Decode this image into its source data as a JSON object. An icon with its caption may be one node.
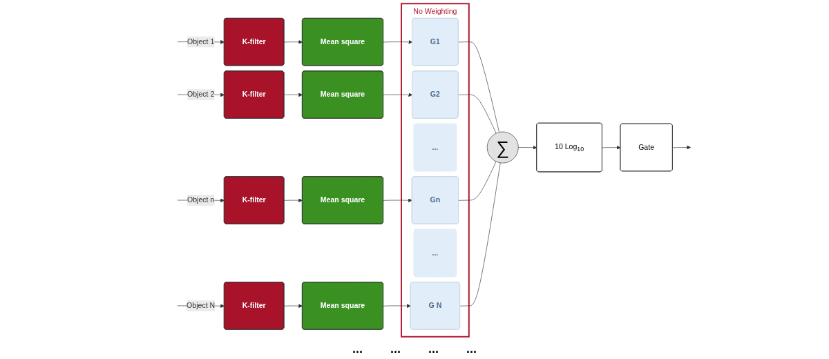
{
  "diagram": {
    "nodes": [
      {
        "text": [
          "K-filter"
        ]
      },
      {
        "text": [
          "Mean square"
        ]
      },
      {
        "text": [
          "K-filter"
        ]
      },
      {
        "text": [
          "Mean square"
        ]
      },
      {
        "text": [
          "K-filter"
        ]
      },
      {
        "text": [
          "Mean square"
        ]
      },
      {
        "text": [
          "K-filter"
        ]
      },
      {
        "text": [
          "Mean square"
        ]
      },
      {
        "text": [
          "No Weighting"
        ]
      },
      {
        "text": [
          "G1"
        ],
        "in": 8
      },
      {
        "text": [
          "G2"
        ],
        "in": 8
      },
      {
        "text": [
          "..."
        ],
        "in": 8
      },
      {
        "text": [
          "Gn"
        ],
        "in": 8
      },
      {
        "text": [
          "..."
        ],
        "in": 8
      },
      {
        "text": [
          "G N"
        ],
        "in": 8
      },
      {
        "text": [
          "∑"
        ]
      },
      {
        "text": [
          "10 Log$_{10}$"
        ]
      },
      {
        "text": [
          "Gate"
        ]
      }
    ],
    "edges": [
      {
        "from": null,
        "to": 0,
        "arrow": "to",
        "label": "Object 1"
      },
      {
        "from": null,
        "to": 2,
        "arrow": "to",
        "label": "Object 2"
      },
      {
        "from": null,
        "to": 4,
        "arrow": "to",
        "label": "Object n"
      },
      {
        "from": null,
        "to": 6,
        "arrow": "to",
        "label": "Object N"
      },
      {
        "from": 0,
        "to": 1,
        "arrow": "to"
      },
      {
        "from": 2,
        "to": 3,
        "arrow": "to"
      },
      {
        "from": 4,
        "to": 5,
        "arrow": "to"
      },
      {
        "from": 6,
        "to": 7,
        "arrow": "to"
      },
      {
        "from": 1,
        "to": 9,
        "arrow": "to"
      },
      {
        "from": 3,
        "to": 10,
        "arrow": "to"
      },
      {
        "from": 5,
        "to": 12,
        "arrow": "to"
      },
      {
        "from": 7,
        "to": 14,
        "arrow": "to"
      },
      {
        "from": 9,
        "to": 15,
        "arrow": "none"
      },
      {
        "from": 10,
        "to": 15,
        "arrow": "none"
      },
      {
        "from": 12,
        "to": 15,
        "arrow": "none"
      },
      {
        "from": 14,
        "to": 15,
        "arrow": "none"
      },
      {
        "from": 15,
        "to": 16,
        "arrow": "to"
      },
      {
        "from": 16,
        "to": 17,
        "arrow": "to"
      },
      {
        "from": 17,
        "to": null,
        "arrow": "to"
      }
    ],
    "labels": [
      "...",
      "...",
      "...",
      "..."
    ]
  }
}
